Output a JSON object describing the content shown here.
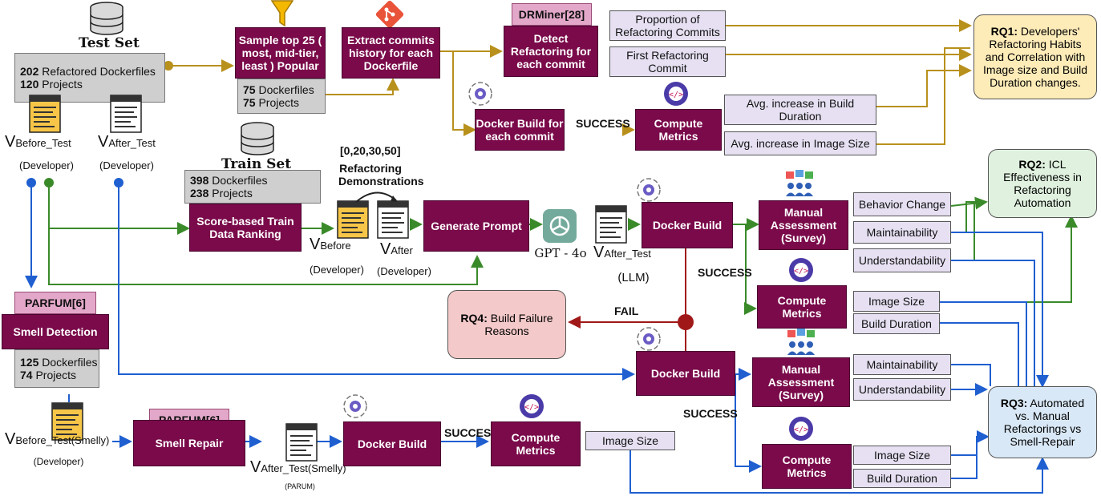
{
  "test_set": {
    "title": "Test Set",
    "count1": "202",
    "label1": "Refactored Dockerfiles",
    "count2": "120",
    "label2": "Projects"
  },
  "train_set": {
    "title": "Train Set",
    "count1": "398",
    "label1": "Dockerfiles",
    "count2": "238",
    "label2": "Projects"
  },
  "sample": {
    "count1": "75",
    "label1": "Dockerfiles",
    "count2": "75",
    "label2": "Projects"
  },
  "smelly": {
    "count1": "125",
    "label1": "Dockerfiles",
    "count2": "74",
    "label2": "Projects"
  },
  "boxes": {
    "sample_top": "Sample top 25 ( most, mid-tier, least ) Popular",
    "extract_commits": "Extract commits history for each Dockerfile",
    "drminer": "DRMiner[28]",
    "detect_refactoring": "Detect Refactoring for each commit",
    "proportion_commits": "Proportion of Refactoring Commits",
    "first_refactoring": "First Refactoring Commit",
    "docker_build_commit": "Docker Build for each commit",
    "compute_metrics": "Compute Metrics",
    "avg_build_duration": "Avg. increase in Build Duration",
    "avg_image_size": "Avg. increase in Image Size",
    "score_ranking": "Score-based Train Data  Ranking",
    "generate_prompt": "Generate Prompt",
    "docker_build": "Docker Build",
    "manual_assessment": "Manual Assessment (Survey)",
    "behavior_change": "Behavior Change",
    "maintainability": "Maintainability",
    "understandability": "Understandability",
    "image_size": "Image Size",
    "build_duration": "Build Duration",
    "parfum": "PARFUM[6]",
    "smell_detection": "Smell Detection",
    "smell_repair": "Smell Repair"
  },
  "rq": {
    "rq1_title": "RQ1:",
    "rq1_text": "Developers' Refactoring Habits and Correlation with Image size and Build Duration changes.",
    "rq2_title": "RQ2:",
    "rq2_text": "ICL Effectiveness in Refactoring Automation",
    "rq3_title": "RQ3:",
    "rq3_text": "Automated vs. Manual Refactorings vs Smell-Repair",
    "rq4_title": "RQ4:",
    "rq4_text": "Build Failure Reasons"
  },
  "labels": {
    "before_test_sub": "Before_Test",
    "after_test_sub": "After_Test",
    "before_sub": "Before",
    "after_sub": "After",
    "before_test_smelly_sub": "Before_Test(Smelly)",
    "after_test_smelly_sub": "After_Test(Smelly)",
    "developer": "(Developer)",
    "llm": "(LLM)",
    "parum": "(PARUM)",
    "gpt": "GPT - 4o",
    "demo_counts": "[0,20,30,50]",
    "refactoring_demos": "Refactoring Demonstrations",
    "success": "SUCCESS",
    "fail": "FAIL"
  },
  "colors": {
    "process_box": "#7a0a4a",
    "metric_box": "#e6e0f2",
    "rq1_line": "#b8901c",
    "rq2_line": "#3a8a2a",
    "rq3_line": "#1f5fd0",
    "rq4_line": "#a01818"
  }
}
